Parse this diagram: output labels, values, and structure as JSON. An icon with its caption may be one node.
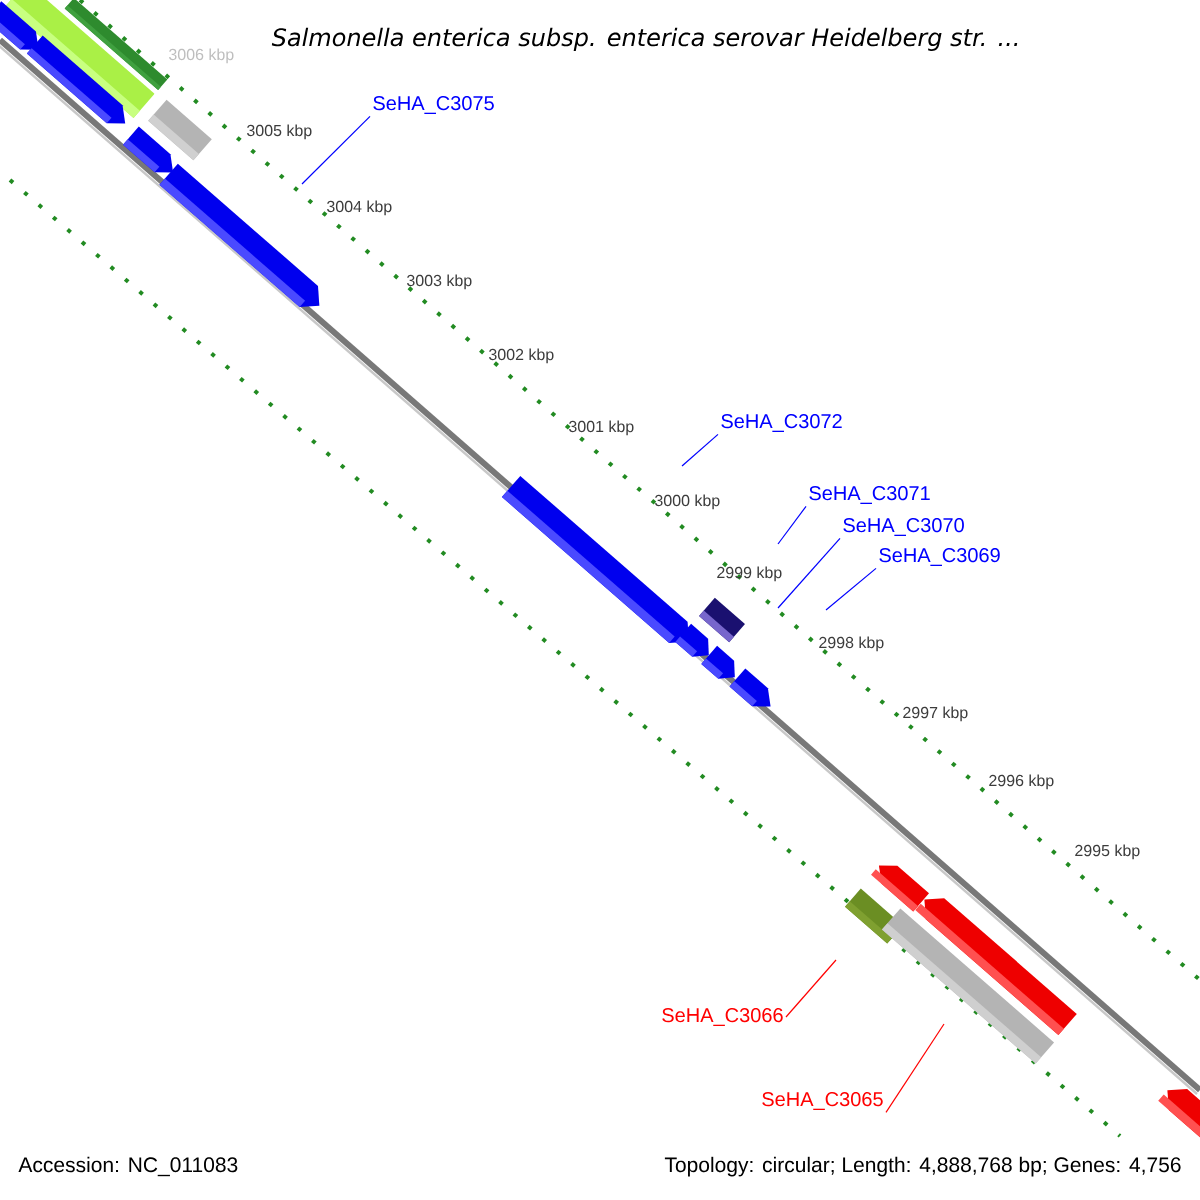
{
  "diagram": {
    "title": "Salmonella enterica subsp. enterica serovar Heidelberg str. ...",
    "nodes": [
      {
        "text": [
          "SeHA_C3075"
        ]
      },
      {
        "text": [
          "SeHA_C3072"
        ]
      },
      {
        "text": [
          "SeHA_C3071"
        ]
      },
      {
        "text": [
          "SeHA_C3070"
        ]
      },
      {
        "text": [
          "SeHA_C3069"
        ]
      },
      {
        "text": [
          "SeHA_C3066"
        ]
      },
      {
        "text": [
          "SeHA_C3065"
        ]
      }
    ],
    "edges": [
      {
        "from": 0,
        "to": null,
        "arrow": "none"
      },
      {
        "from": 1,
        "to": null,
        "arrow": "none"
      },
      {
        "from": 2,
        "to": null,
        "arrow": "none"
      },
      {
        "from": 3,
        "to": null,
        "arrow": "none"
      },
      {
        "from": 4,
        "to": null,
        "arrow": "none"
      },
      {
        "from": 5,
        "to": null,
        "arrow": "none",
        "color": "#ff0000"
      },
      {
        "from": 6,
        "to": null,
        "arrow": "none",
        "color": "#ff0000"
      }
    ],
    "labels": [
      "3006 kbp",
      "3005 kbp",
      "3004 kbp",
      "3003 kbp",
      "3002 kbp",
      "3001 kbp",
      "3000 kbp",
      "2999 kbp",
      "2998 kbp",
      "2997 kbp",
      "2996 kbp",
      "2995 kbp",
      "Accession: NC_011083",
      "Topology: circular; Length: 4,888,768 bp; Genes: 4,756"
    ]
  }
}
